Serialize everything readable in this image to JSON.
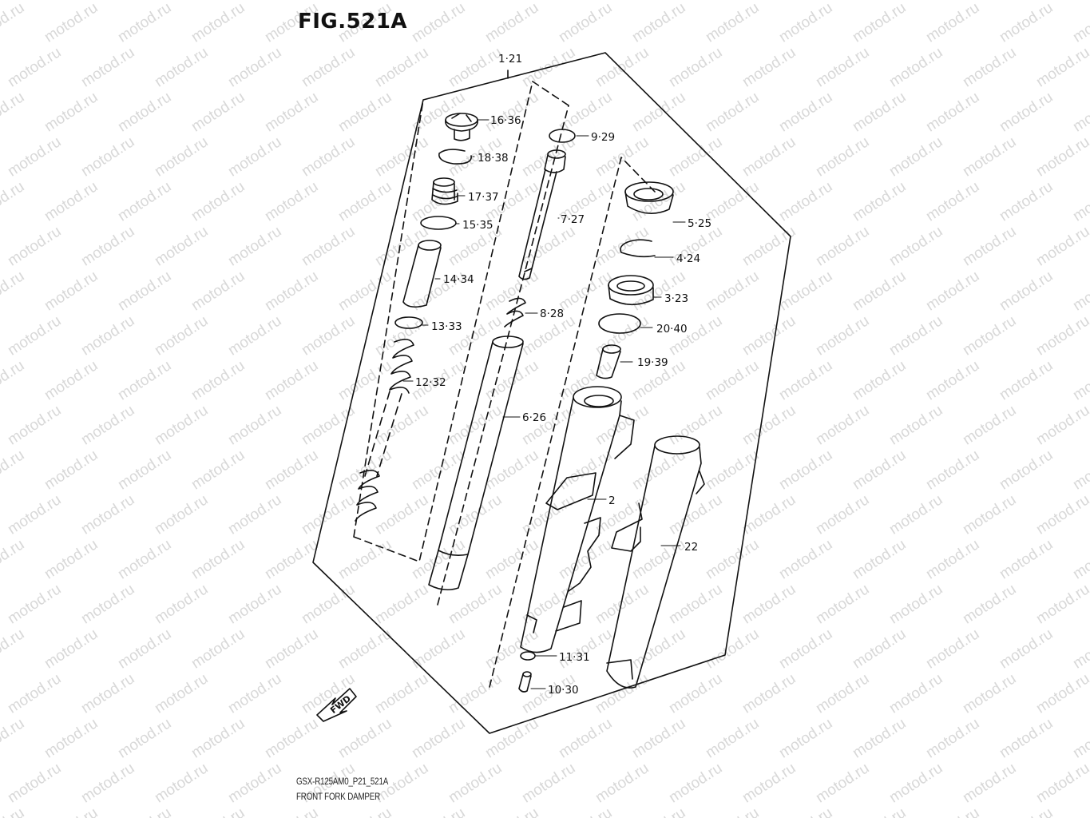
{
  "figure": {
    "title": "FIG.521A"
  },
  "watermark": {
    "text": "motod.ru"
  },
  "footer": {
    "code": "GSX-R125AM0_P21_521A",
    "description": "FRONT FORK DAMPER"
  },
  "direction_marker": {
    "text": "FWD"
  },
  "callouts": {
    "c1_21": "1·21",
    "c16_36": "16·36",
    "c9_29": "9·29",
    "c18_38": "18·38",
    "c17_37": "17·37",
    "c7_27": "7·27",
    "c5_25": "5·25",
    "c15_35": "15·35",
    "c4_24": "4·24",
    "c14_34": "14·34",
    "c3_23": "3·23",
    "c8_28": "8·28",
    "c13_33": "13·33",
    "c20_40": "20·40",
    "c19_39": "19·39",
    "c12_32": "12·32",
    "c6_26": "6·26",
    "c2": "2",
    "c22": "22",
    "c11_31": "11·31",
    "c10_30": "10·30"
  }
}
